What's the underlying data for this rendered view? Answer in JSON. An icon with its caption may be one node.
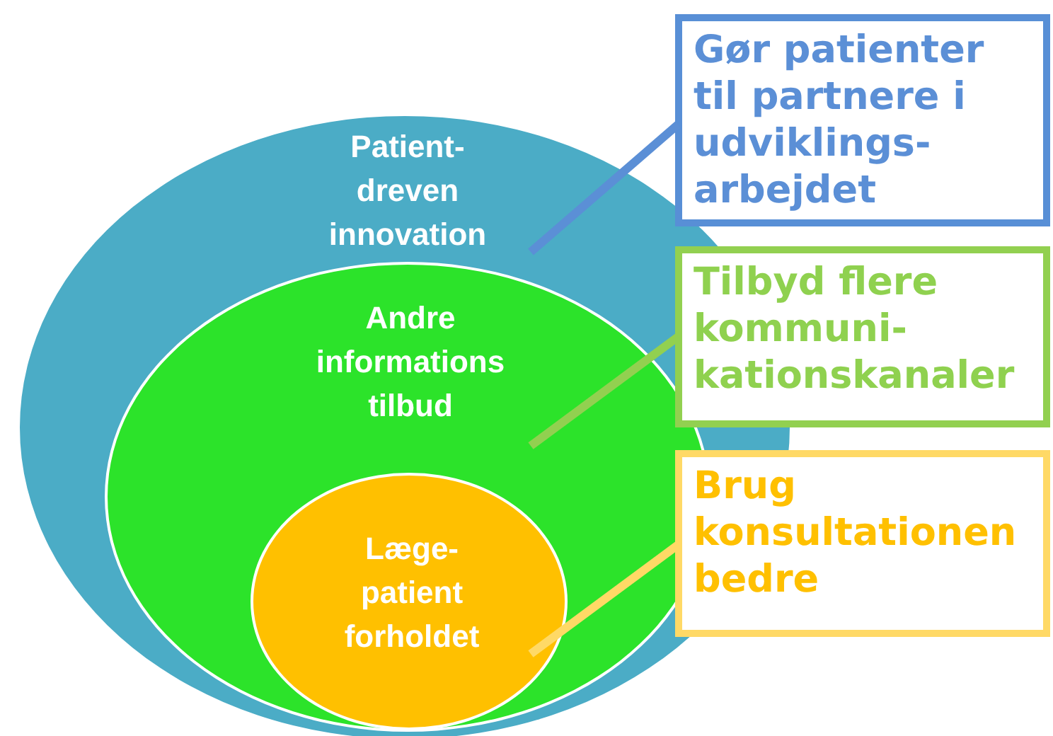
{
  "diagram": {
    "nodes": [
      {
        "text": [
          "Patient- dreven innovation"
        ]
      },
      {
        "text": [
          "Andre informations tilbud"
        ],
        "in": 0
      },
      {
        "text": [
          "Læge- patient forholdet"
        ],
        "in": 1
      },
      {
        "text": [
          "Gør patienter til partnere i udviklings- arbejdet"
        ]
      },
      {
        "text": [
          "Tilbyd flere kommuni- kationskanaler"
        ]
      },
      {
        "text": [
          "Brug konsultationen bedre"
        ]
      }
    ],
    "edges": [
      {
        "from": 3,
        "to": 0,
        "arrow": "none",
        "color": "#5b8fd6"
      },
      {
        "from": 4,
        "to": 1,
        "arrow": "none",
        "color": "#92d050"
      },
      {
        "from": 5,
        "to": 2,
        "arrow": "none",
        "color": "#ffd966"
      }
    ]
  }
}
